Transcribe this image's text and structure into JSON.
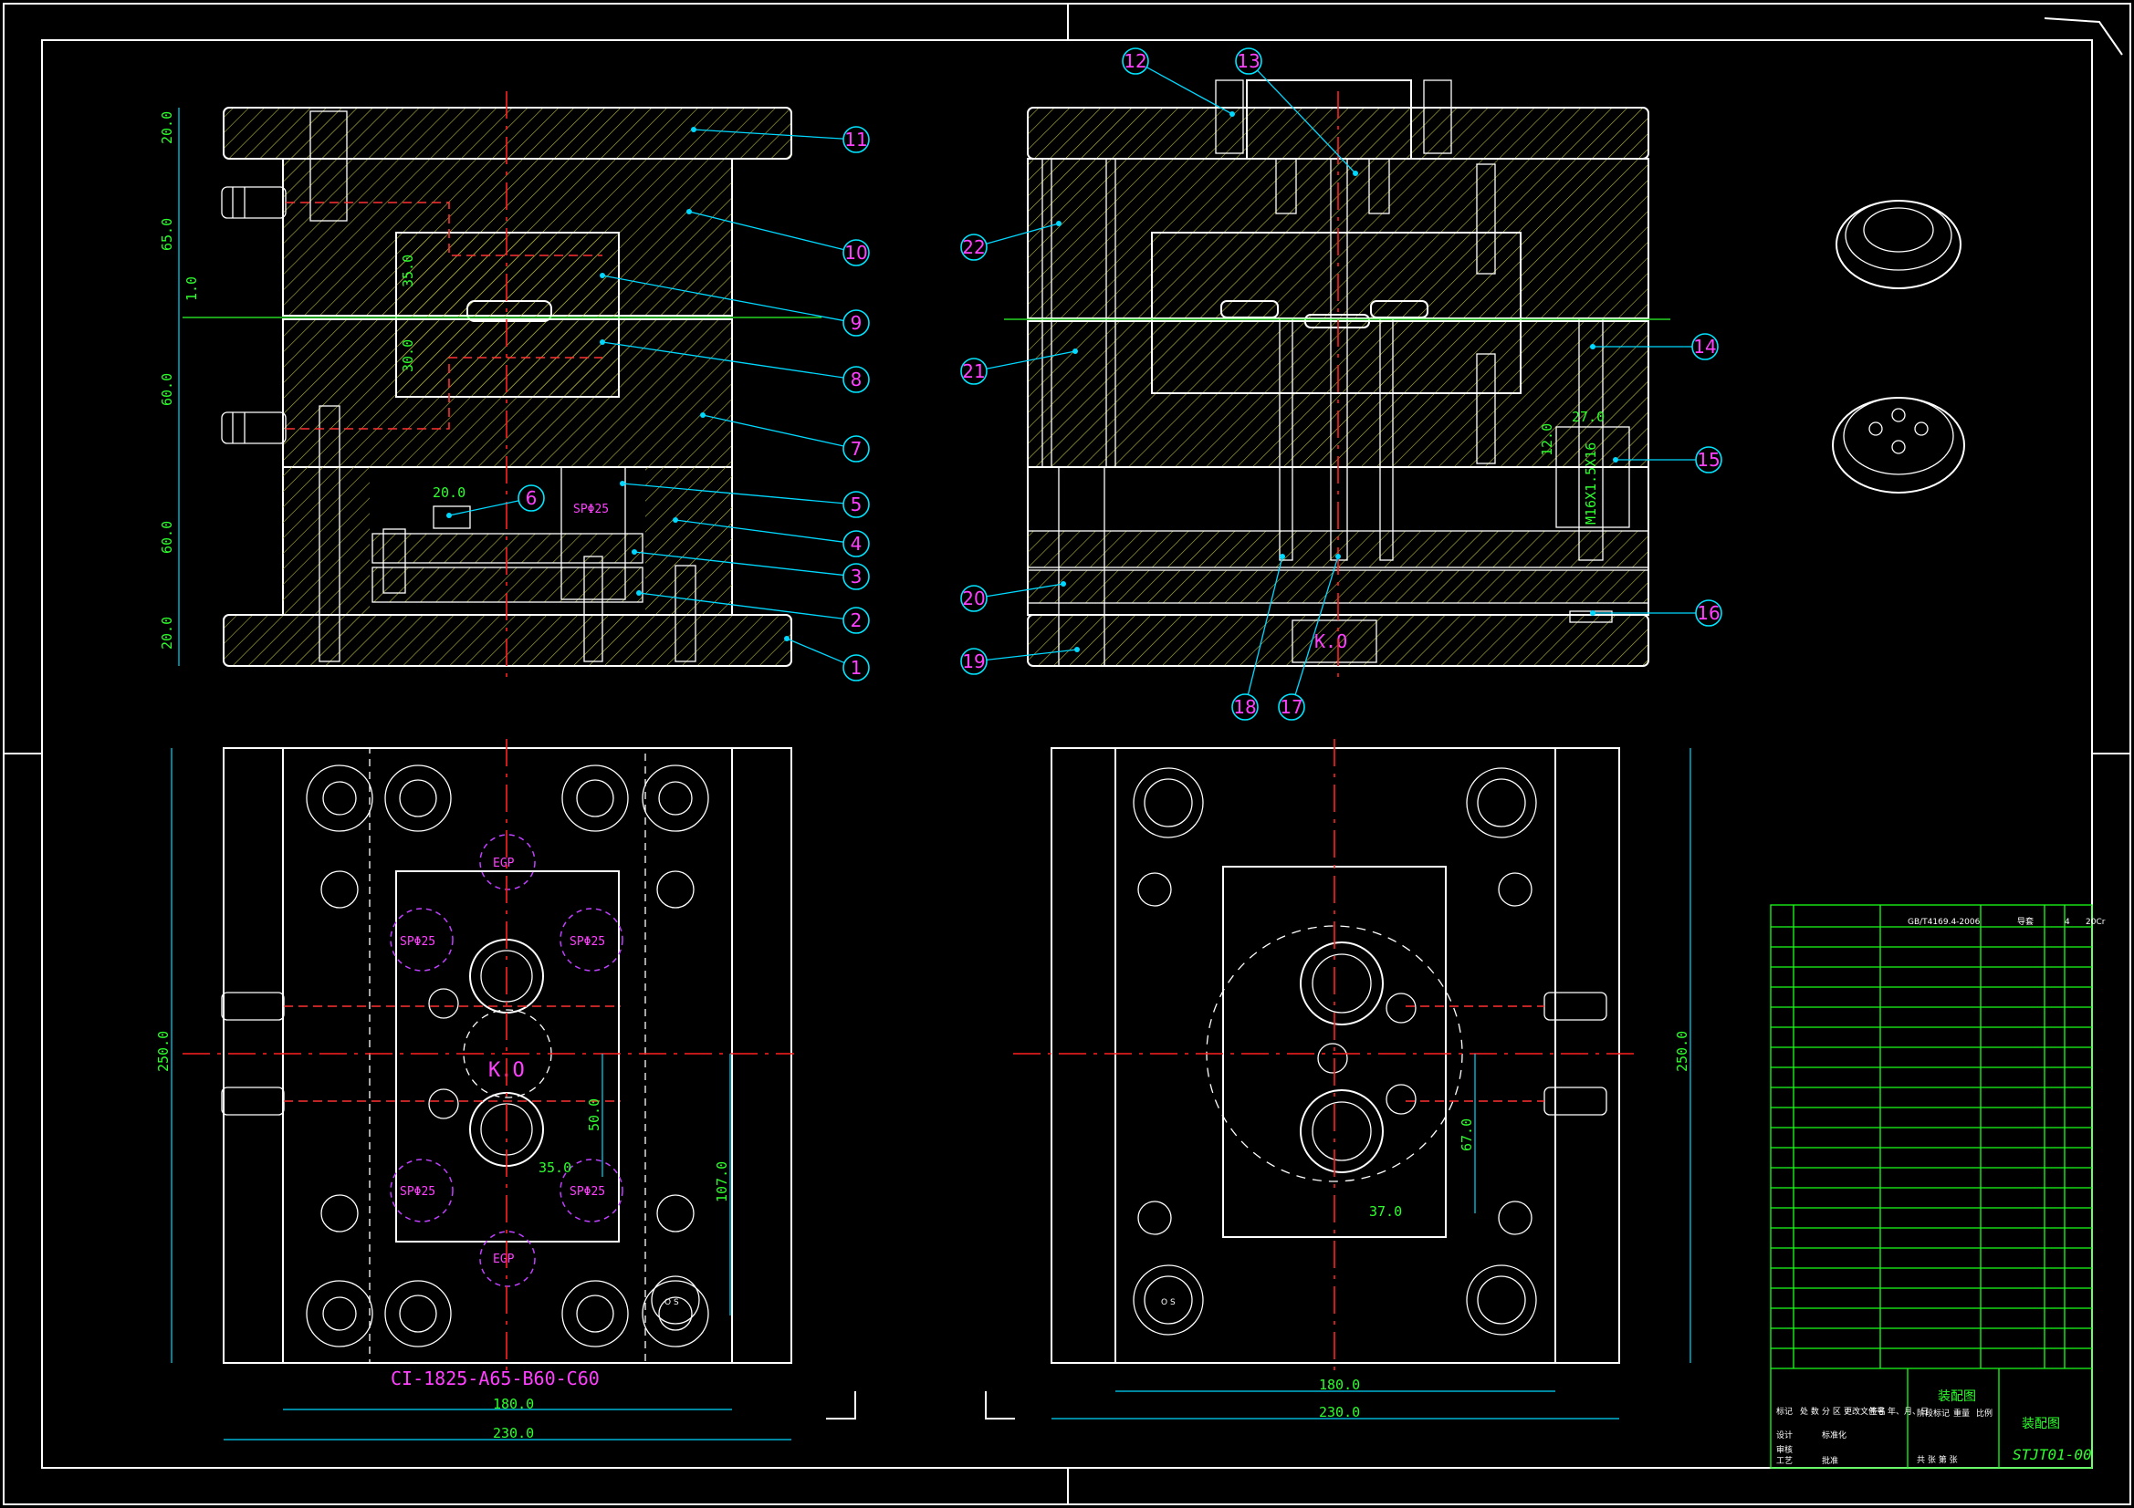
{
  "title_block": {
    "drawing_name": "装配图",
    "drawing_name_repeat": "装配图",
    "drawing_number": "STJT01-00",
    "standard": "GB/T4169.4-2006",
    "standard_col2": "导套",
    "standard_col3": "4",
    "standard_col4": "20Cr",
    "small_labels": [
      "标记",
      "处 数",
      "分 区",
      "更改文件号",
      "签名",
      "年、月、日",
      "设计",
      "标准化",
      "审核",
      "工艺",
      "批准",
      "共 张 第 张",
      "阶段标记",
      "重量",
      "比例"
    ]
  },
  "part_balloons": [
    "1",
    "2",
    "3",
    "4",
    "5",
    "6",
    "7",
    "8",
    "9",
    "10",
    "11",
    "12",
    "13",
    "14",
    "15",
    "16",
    "17",
    "18",
    "19",
    "20",
    "21",
    "22"
  ],
  "mold_code": "CI-1825-A65-B60-C60",
  "labels": {
    "sprue": "SPΦ25",
    "ko": "K.O",
    "egp": "EGP",
    "os": "O S"
  },
  "dimensions": {
    "left_section_vertical": [
      "20.0",
      "65.0",
      "1.0",
      "60.0",
      "60.0",
      "20.0"
    ],
    "cavity_depths": [
      "35.0",
      "30.0"
    ],
    "top_small": "20.0",
    "right_section_block": "27.0",
    "right_section_side": "12.0",
    "right_section_vertical_text": "M16X1.5X16",
    "plan_left": {
      "height": "250.0",
      "width_outer": "230.0",
      "width_inner": "180.0",
      "spacing_v": "50.0",
      "spacing_h": "35.0",
      "overall_v": "107.0"
    },
    "plan_right": {
      "height": "250.0",
      "width_outer": "230.0",
      "width_inner": "180.0",
      "spacing_v": "67.0",
      "spacing_h": "37.0"
    }
  },
  "colors": {
    "background": "#000000",
    "outline": "#ffffff",
    "hatch": "#c8c850",
    "centerline": "#ff2020",
    "dimension": "#00d8ff",
    "dimension_text": "#2cff2c",
    "balloon_text": "#ff40ff",
    "title_grid": "#1aff1a"
  }
}
